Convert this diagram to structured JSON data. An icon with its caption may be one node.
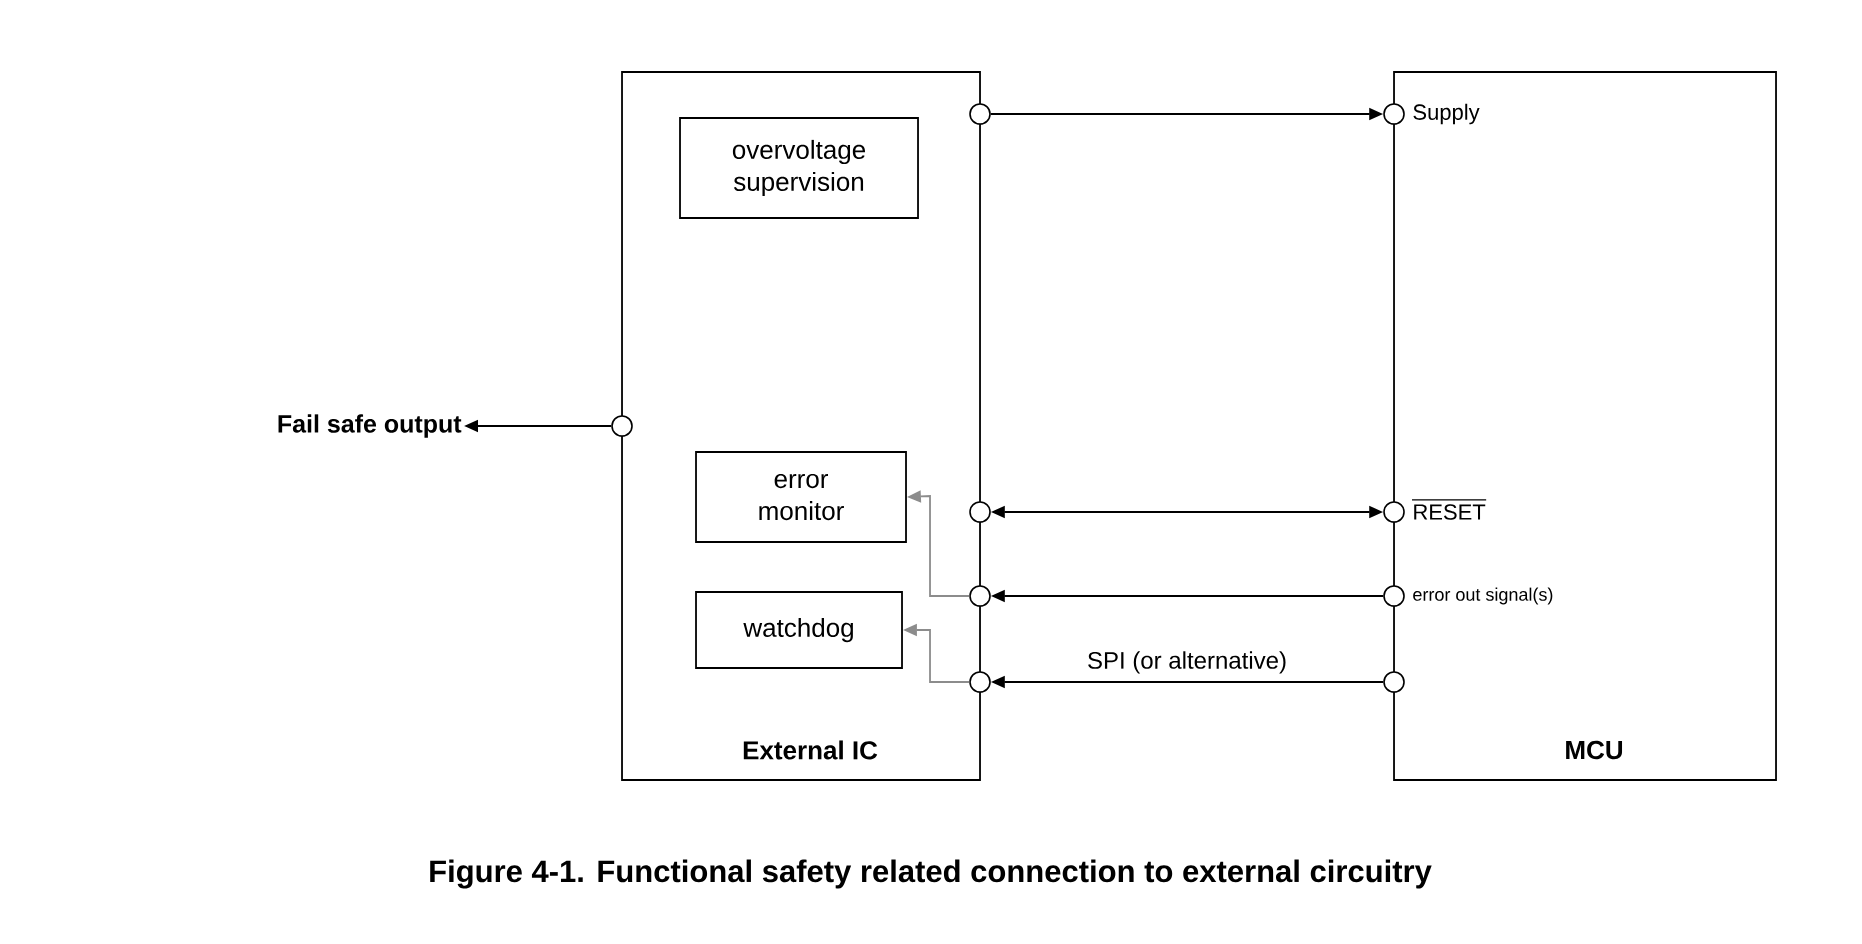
{
  "diagram": {
    "caption": "Figure 4-1. Functional safety related connection to external circuitry",
    "nodes": [
      {
        "text": [
          "External IC"
        ]
      },
      {
        "text": [
          "overvoltage supervision"
        ],
        "in": 0
      },
      {
        "text": [
          "error monitor"
        ],
        "in": 0
      },
      {
        "text": [
          "watchdog"
        ],
        "in": 0
      },
      {
        "text": [
          "MCU"
        ]
      },
      {
        "text": [
          "Fail safe output"
        ]
      },
      {
        "text": [],
        "shape": "circle"
      },
      {
        "text": [],
        "shape": "circle"
      },
      {
        "text": [],
        "shape": "circle"
      },
      {
        "text": [],
        "shape": "circle"
      },
      {
        "text": [],
        "shape": "circle"
      },
      {
        "text": [],
        "shape": "circle",
        "beside": [
          "Supply"
        ]
      },
      {
        "text": [],
        "shape": "circle",
        "beside": [
          "RESET"
        ]
      },
      {
        "text": [],
        "shape": "circle",
        "beside": [
          "error out signal(s)"
        ]
      },
      {
        "text": [],
        "shape": "circle"
      }
    ],
    "edges": [
      {
        "from": 6,
        "to": 11,
        "arrow": "to"
      },
      {
        "from": 7,
        "to": 5,
        "arrow": "to"
      },
      {
        "from": 8,
        "to": 12,
        "arrow": "both"
      },
      {
        "from": 13,
        "to": 9,
        "arrow": "to"
      },
      {
        "from": 14,
        "to": 10,
        "arrow": "to",
        "label": "SPI (or alternative)"
      },
      {
        "from": 9,
        "to": 2,
        "arrow": "to",
        "color": "#8c8c8c"
      },
      {
        "from": 10,
        "to": 3,
        "arrow": "to",
        "color": "#8c8c8c"
      }
    ]
  }
}
